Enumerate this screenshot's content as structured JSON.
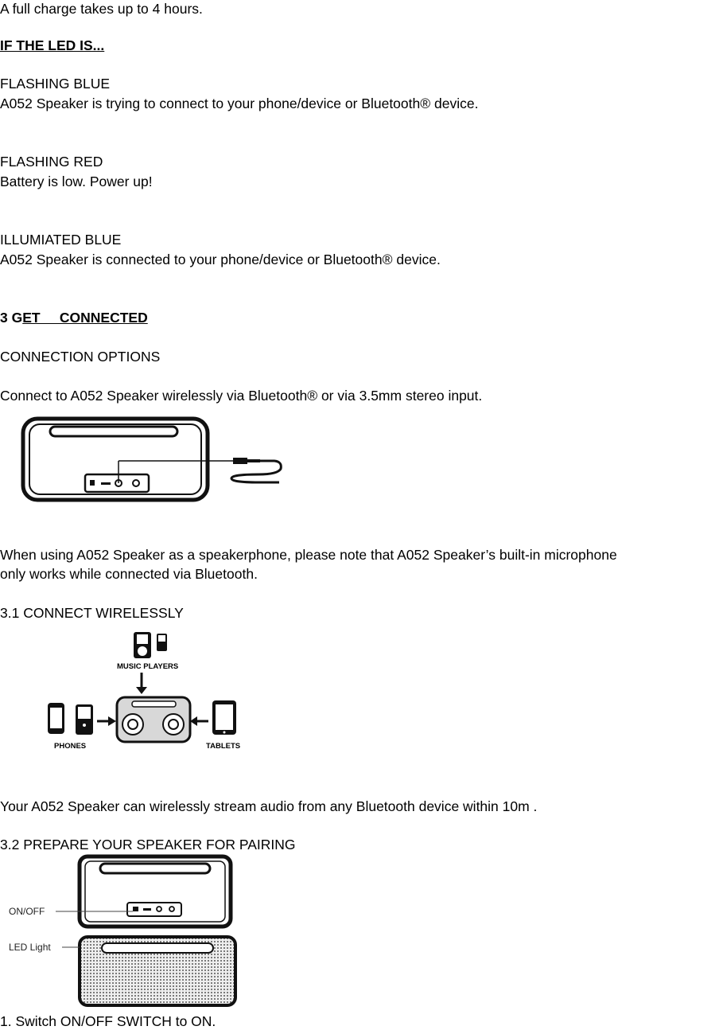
{
  "doc": {
    "charge_note": "A full charge takes up to 4 hours.",
    "led_heading": "IF THE LED IS...",
    "led_states": [
      {
        "state": "FLASHING BLUE",
        "desc": "A052 Speaker is trying to connect to your phone/device or Bluetooth® device."
      },
      {
        "state": "FLASHING RED",
        "desc": "Battery is low. Power up!"
      },
      {
        "state": "ILLUMIATED BLUE",
        "desc": "A052 Speaker is connected to your phone/device or Bluetooth® device."
      }
    ],
    "section3_number": "3 G",
    "section3_title": "ET     CONNECTED",
    "connection_options": "CONNECTION OPTIONS",
    "connect_intro": "Connect to A052 Speaker wirelessly via Bluetooth® or via 3.5mm stereo input.",
    "speakerphone_note_line1": "When using  A052 Speaker as a speakerphone, please note that A052 Speaker’s built-in microphone",
    "speakerphone_note_line2": "only works while connected via Bluetooth.",
    "section31": "3.1 CONNECT WIRELESSLY",
    "diagram_labels": {
      "music_players": "MUSIC PLAYERS",
      "phones": "PHONES",
      "tablets": "TABLETS"
    },
    "stream_note": "Your A052 Speaker can wirelessly stream audio from any Bluetooth device within 10m .",
    "section32": "3.2 PREPARE YOUR SPEAKER FOR PAIRING",
    "pairing_labels": {
      "on_off": "ON/OFF",
      "led_light": "LED Light"
    },
    "step1": "1. Switch ON/OFF SWITCH to ON."
  }
}
